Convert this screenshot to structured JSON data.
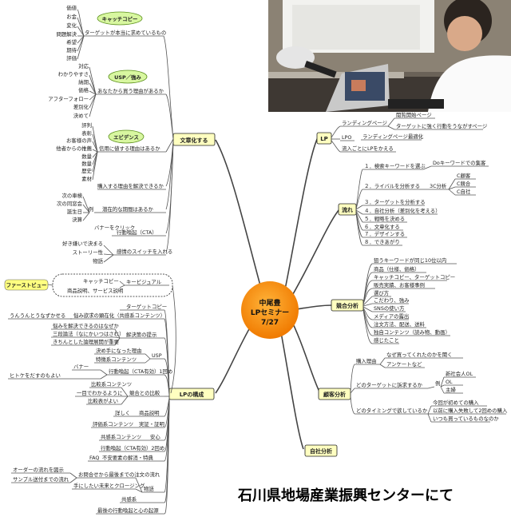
{
  "center": {
    "line1": "中尾豊",
    "line2": "LPセミナー",
    "line3": "7/27"
  },
  "caption": "石川県地場産業振興センターにて",
  "callouts": {
    "catch": "キャッチコピー",
    "usp": "USP／強み",
    "evidence": "エビデンス",
    "firstview": "ファーストビュー"
  },
  "branches": {
    "bunsho": "文章化する",
    "lp": "LP",
    "nagare": "流れ",
    "kyogo": "競合分析",
    "kokyaku": "顧客分析",
    "jisha": "自社分析",
    "lpkousei": "LPの構成"
  },
  "bunsho": {
    "target": "ターゲットが本当に求めているもの",
    "target_leaves": [
      "価値",
      "お金",
      "変化",
      "問題解決",
      "希望",
      "期待",
      "評価"
    ],
    "reason": "あなたから買う理由があるか",
    "reason_leaves": [
      "対応",
      "わかりやすさ",
      "納期",
      "価格",
      "アフターフォロー",
      "差別化",
      "決めて"
    ],
    "trust": "信用に値する理由はあるか",
    "trust_leaves": [
      "評判",
      "表彰",
      "お客様の声",
      "他者からの推薦",
      "数量",
      "数量",
      "歴史",
      "素材"
    ],
    "justify": "購入する理由を解決できるか",
    "latent": "潜在的な期間はあるか",
    "rei": "例",
    "rei_leaves": [
      "次の車検",
      "次の同窓会",
      "誕生日",
      "決算"
    ],
    "banner": "バナーをクリック",
    "action": "行動喚起（CTA）",
    "emotion": "感情のスイッチを入れる",
    "emotion_leaves": [
      "好き嫌いで決まる",
      "ストーリー性",
      "物語"
    ]
  },
  "lp": {
    "landing": "ランディングページ",
    "landing_leaves": [
      "閲覧開始ページ",
      "ターゲットに強く行動をうながすページ"
    ],
    "lpo": "LPO",
    "lpo_leaf": "ランディングページ最適化",
    "flow": "流入ごとにLPをかえる"
  },
  "nagare": {
    "steps": [
      "１．検索キーワードを選ぶ",
      "２．ライバルを分析する",
      "３．ターゲットを分析する",
      "４．自社分析（差別化を考える）",
      "５．戦略を決める",
      "６．文章化する",
      "７．デザインする",
      "８．できあがり"
    ],
    "doword": "Doキーワードでの集客",
    "threec": "3C分析",
    "threec_leaves": [
      "C顧客",
      "C競合",
      "C自社"
    ]
  },
  "kyogo": [
    "狙うキーワードが同じ10位以内",
    "商品（仕様、価格）",
    "キャッチコピー、ターゲットコピー",
    "販売実績、お客様事例",
    "選び方",
    "こだわり、強み",
    "SNSの使い方",
    "メディアの露出",
    "注文方法、配送、送料",
    "独自コンテンツ（読み物、動画）",
    "感じたこと"
  ],
  "kokyaku": {
    "reason": "購入理由",
    "reason_leaves": [
      "なぜ買ってくれたのかを聞く",
      "アンケートなど"
    ],
    "target": "どのターゲットに訴求するか",
    "rei": "例",
    "rei_leaves": [
      "新社会人OL",
      "OL",
      "主婦"
    ],
    "timing": "どのタイミングで欲しているか",
    "timing_leaves": [
      "今回が初めての購入",
      "以前に購入失敗して2回めの購入",
      "いつも買っているものなのか"
    ]
  },
  "firstview": {
    "catch": "キャッチコピー",
    "product": "商品説明、サービス説明",
    "visual": "キービジュアル"
  },
  "lpkousei": {
    "items": [
      "ターゲットコピー",
      "悩み欲求の顕在化（共感系コンテンツ）",
      "解決策の提示",
      "USP",
      "行動喚起（CTA有効）1回め",
      "競合との比較",
      "商品説明",
      "実証・証明",
      "安心",
      "行動喚起（CTA有効）2回め",
      "不安要素の解消・特典",
      "物語",
      "共感系",
      "最後の行動喚起と心の起源"
    ],
    "nayami": "うんうんとうなずかせる",
    "kaiketsu_leaves": [
      "悩みを解決できるのはなぜか",
      "三段論法（なにかいつはさむ）",
      "きちんとした論理展開が重要"
    ],
    "usp_leaves": [
      "決め手になった理由",
      "特徴系コンテンツ"
    ],
    "cta1_leaves": [
      "バナー",
      "ヒトケをだすのもよい"
    ],
    "hikaku_leaves": [
      "比較系コンテンツ",
      "一目でわかるように",
      "比較表がよい"
    ],
    "shosai": "詳しく",
    "jissho": "評価系コンテンツ",
    "anshin": "共感系コンテンツ",
    "faq": "FAQ",
    "monogatari_leaves": [
      "お問合せから最後までの注文の流れ",
      "手にしたい未来とクロージング"
    ],
    "order_leaves": [
      "オーダーの流れを図示",
      "サンプル送付までの流れ"
    ]
  }
}
